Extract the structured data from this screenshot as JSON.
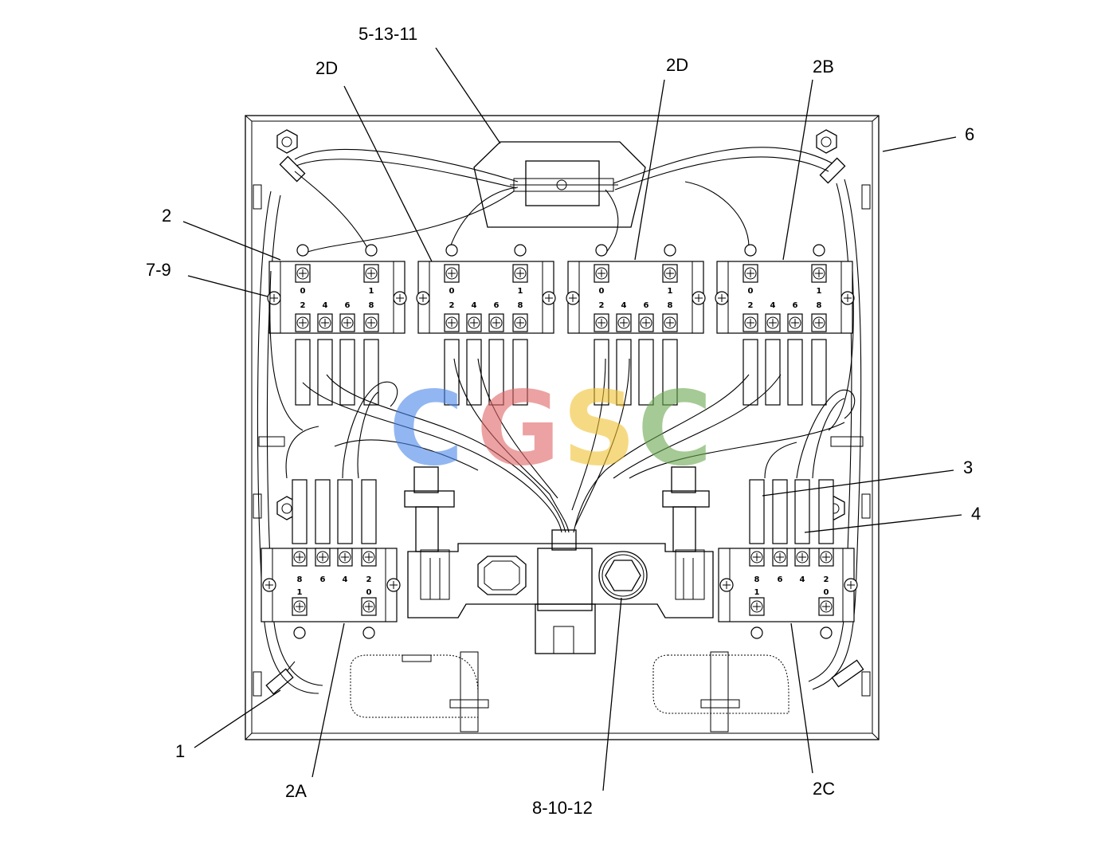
{
  "labels": {
    "part_5_13_11": "5-13-11",
    "part_2d_left": "2D",
    "part_2d_right": "2D",
    "part_2b": "2B",
    "part_6": "6",
    "part_2": "2",
    "part_7_9": "7-9",
    "part_3": "3",
    "part_4": "4",
    "part_1": "1",
    "part_2a": "2A",
    "part_8_10_12": "8-10-12",
    "part_2c": "2C"
  },
  "terminal_marks": {
    "top_row_upper": [
      "0",
      "1"
    ],
    "top_row_lower": [
      "2",
      "4",
      "6",
      "8"
    ],
    "bottom_row_upper": [
      "8",
      "6",
      "4",
      "2"
    ],
    "bottom_row_lower": [
      "1",
      "0"
    ]
  },
  "watermark": {
    "letters": [
      "C",
      "G",
      "S",
      "C"
    ],
    "colors": [
      "#4a86e8",
      "#e06666",
      "#f1c232",
      "#6aa84f"
    ]
  }
}
